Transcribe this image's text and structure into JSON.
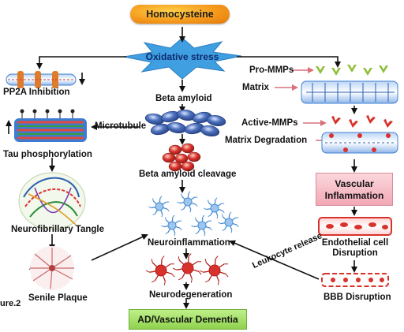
{
  "nodes": {
    "homocysteine": "Homocysteine",
    "oxidative_stress": "Oxidative stress",
    "pp2a_inhibition": "PP2A Inhibition",
    "beta_amyloid": "Beta amyloid",
    "pro_mmps": "Pro-MMPs",
    "matrix": "Matrix",
    "microtubule": "Microtubule",
    "active_mmps": "Active-MMPs",
    "tau_phosphorylation": "Tau phosphorylation",
    "matrix_degradation": "Matrix Degradation",
    "beta_amyloid_cleavage": "Beta amyloid cleavage",
    "vascular_inflammation": "Vascular Inflammation",
    "neurofibrillary_tangle": "Neurofibrillary Tangle",
    "neuroinflammation": "Neuroinflammation",
    "endothelial_cell_disruption": "Endothelial cell Disruption",
    "leukocyte_release": "Leukocyte release",
    "senile_plaque": "Senile Plaque",
    "neurodegeneration": "Neurodegeneration",
    "bbb_disruption": "BBB Disruption",
    "ad_vascular_dementia": "AD/Vascular Dementia"
  },
  "figure_label": "ure.2",
  "colors": {
    "starburst": "#3f9fe0",
    "homocysteine_fill": "#f59a1c",
    "vascular_fill": "#f4b3bf",
    "final_fill": "#9bdb5a",
    "pink_arrow": "#d9707c",
    "neuron": "#4a8fd0",
    "degenerated_neuron": "#d8322c",
    "cell_blue": "#3b5fa8"
  }
}
